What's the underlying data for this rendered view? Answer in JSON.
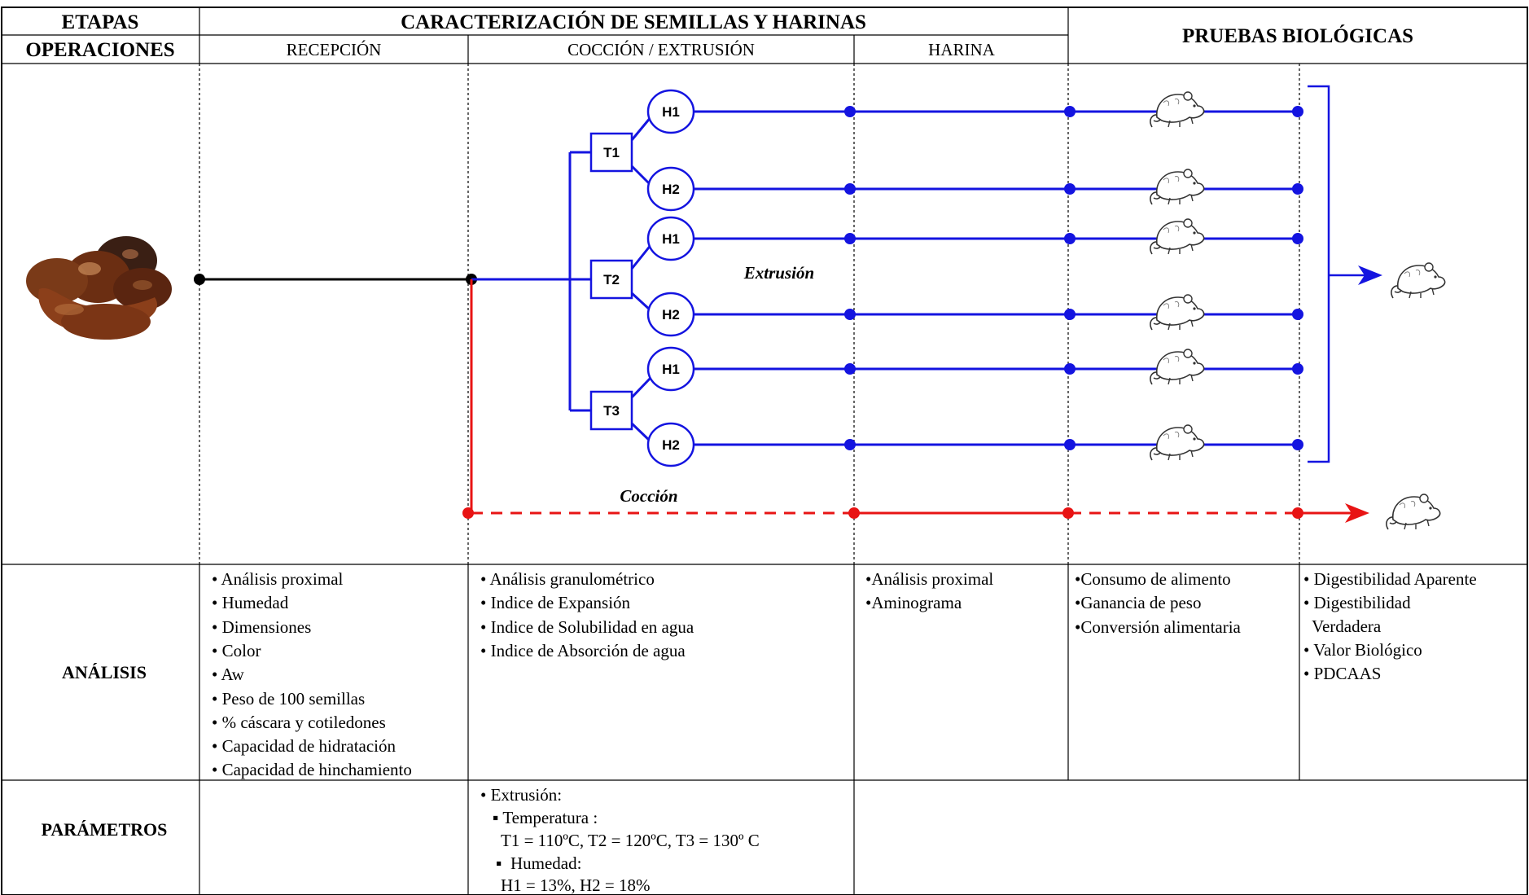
{
  "header": {
    "etapas": "ETAPAS",
    "operaciones": "OPERACIONES",
    "caracterizacion": "CARACTERIZACIÓN DE SEMILLAS Y HARINAS",
    "pruebas": "PRUEBAS BIOLÓGICAS",
    "recepcion": "RECEPCIÓN",
    "coccion_extrusion": "COCCIÓN / EXTRUSIÓN",
    "harina": "HARINA"
  },
  "diagram": {
    "temperatures": [
      "T1",
      "T2",
      "T3"
    ],
    "humidities": [
      "H1",
      "H2",
      "H1",
      "H2",
      "H1",
      "H2"
    ],
    "extrusion_label": "Extrusión",
    "coccion_label": "Cocción",
    "colors": {
      "extrusion": "#1414e0",
      "coccion": "#e81414",
      "recepcion": "#000000"
    },
    "icons": [
      "bean-seeds-image",
      "rat-icon"
    ]
  },
  "rows": {
    "analisis": "ANÁLISIS",
    "parametros": "PARÁMETROS"
  },
  "analisis": {
    "recepcion": [
      "• Análisis proximal",
      "• Humedad",
      "• Dimensiones",
      "• Color",
      "• Aw",
      "• Peso de 100 semillas",
      "• % cáscara y cotiledones",
      "• Capacidad de hidratación",
      "• Capacidad de hinchamiento"
    ],
    "coccion_extrusion": [
      "• Análisis granulométrico",
      "• Indice de Expansión",
      "• Indice de Solubilidad en agua",
      "• Indice de Absorción  de agua"
    ],
    "harina": [
      "•Análisis proximal",
      "•Aminograma"
    ],
    "pruebas_1": [
      "•Consumo de alimento",
      "•Ganancia de peso",
      "•Conversión alimentaria"
    ],
    "pruebas_2": [
      "• Digestibilidad Aparente",
      "• Digestibilidad",
      "  Verdadera",
      "• Valor Biológico",
      "• PDCAAS"
    ]
  },
  "parametros": {
    "coccion_extrusion": [
      "• Extrusión:",
      "▪ Temperatura :",
      "T1 = 110ºC, T2 = 120ºC, T3 = 130º C",
      "▪  Humedad:",
      "H1 = 13%, H2 = 18%"
    ]
  }
}
